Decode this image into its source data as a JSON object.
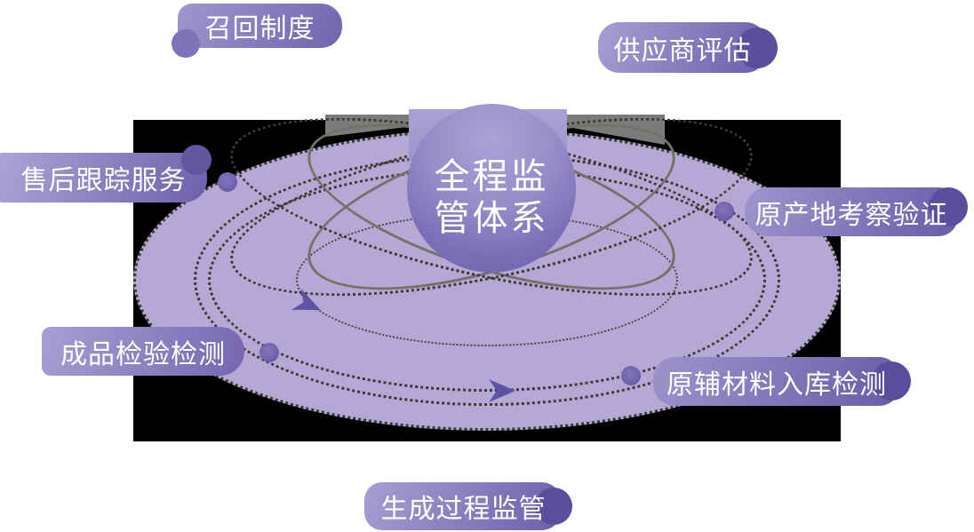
{
  "diagram": {
    "center": {
      "line1": "全程监",
      "line2": "管体系"
    },
    "nodes": [
      {
        "text": "召回制度"
      },
      {
        "text": "供应商评估"
      },
      {
        "text": "售后跟踪服务"
      },
      {
        "text": "原产地考察验证"
      },
      {
        "text": "成品检验检测"
      },
      {
        "text": "原辅材料入库检测"
      },
      {
        "text": "生成过程监管"
      }
    ],
    "colors": {
      "ellipse_fill": "#b3a9d4",
      "bubble_gradient_start": "#a89fd3",
      "bubble_gradient_end": "#6b5da9",
      "sphere_top": "#aba2d6",
      "sphere_bottom": "#6c5fae",
      "backdrop": "#000000",
      "gray_band": "#7b7b7b",
      "dotted_ring": "#3c3834",
      "solid_ring": "#72726a",
      "accent_dot": "#5b4e9f",
      "arrow": "#5e52a4",
      "text": "#ffffff"
    }
  }
}
